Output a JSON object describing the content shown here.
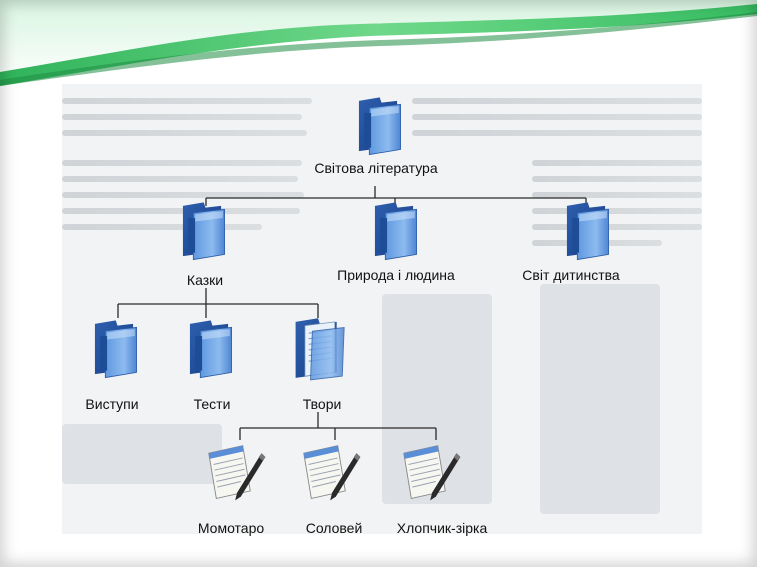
{
  "diagram": {
    "root": {
      "label": "Світова література"
    },
    "level1": [
      {
        "label": "Казки"
      },
      {
        "label": "Природа і людина"
      },
      {
        "label": "Світ дитинства"
      }
    ],
    "level2": [
      {
        "label": "Виступи"
      },
      {
        "label": "Тести"
      },
      {
        "label": "Твори"
      }
    ],
    "documents": [
      {
        "label": "Момотаро"
      },
      {
        "label": "Соловей"
      },
      {
        "label": "Хлопчик-зірка"
      }
    ]
  },
  "colors": {
    "folder_dark": "#1f4f9a",
    "folder_mid": "#4a86d4",
    "folder_light": "#9cc4f0",
    "wave_green": "#43c66a",
    "connector": "#2b2b2b"
  },
  "icons": [
    "folder-icon",
    "open-folder-icon",
    "document-pen-icon"
  ]
}
